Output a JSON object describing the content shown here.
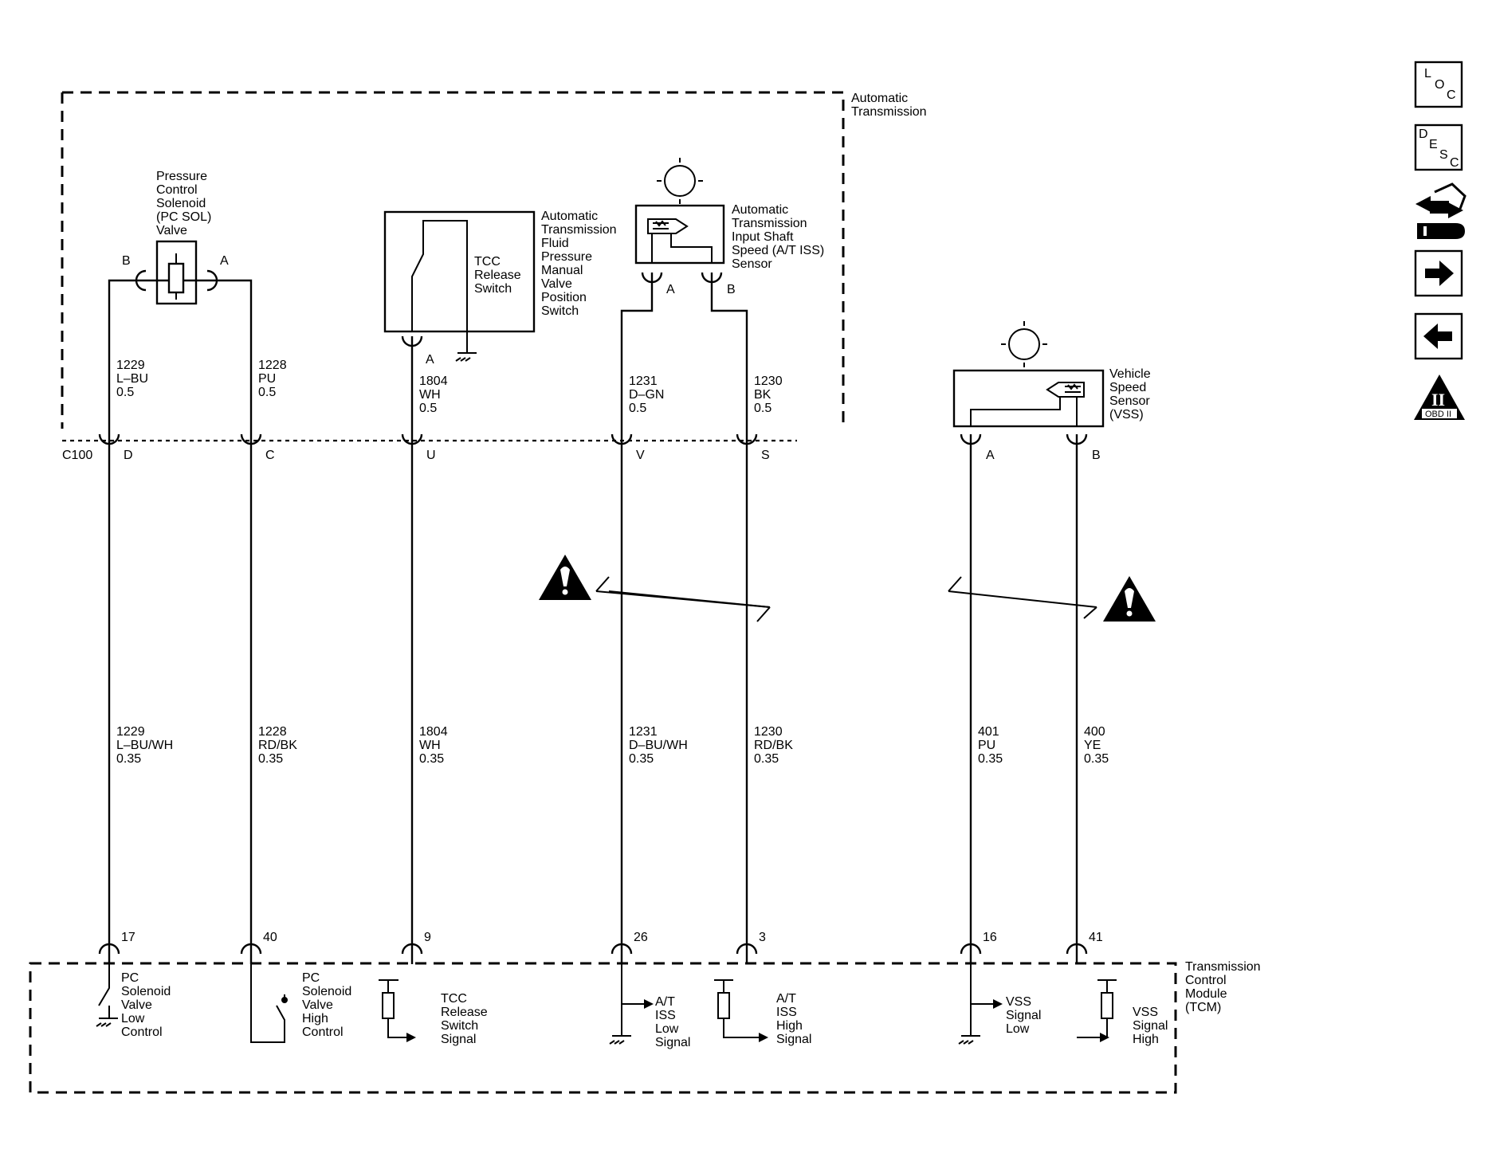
{
  "modules": {
    "transmission_label": [
      "Automatic",
      "Transmission"
    ],
    "tcm_label": [
      "Transmission",
      "Control",
      "Module",
      "(TCM)"
    ],
    "connector_id": "C100"
  },
  "components": {
    "pc_sol": {
      "lines": [
        "Pressure",
        "Control",
        "Solenoid",
        "(PC SOL)",
        "Valve"
      ],
      "pin_b": "B",
      "pin_a": "A"
    },
    "tcc_switch": {
      "lines": [
        "TCC",
        "Release",
        "Switch"
      ],
      "pin_a": "A"
    },
    "fluid_switch": {
      "lines": [
        "Automatic",
        "Transmission",
        "Fluid",
        "Pressure",
        "Manual",
        "Valve",
        "Position",
        "Switch"
      ]
    },
    "iss": {
      "lines": [
        "Automatic",
        "Transmission",
        "Input Shaft",
        "Speed (A/T ISS)",
        "Sensor"
      ],
      "pin_a": "A",
      "pin_b": "B"
    },
    "vss": {
      "lines": [
        "Vehicle",
        "Speed",
        "Sensor",
        "(VSS)"
      ],
      "pin_a": "A",
      "pin_b": "B"
    }
  },
  "upper_wires": [
    {
      "circuit": "1229",
      "color": "L–BU",
      "gauge": "0.5"
    },
    {
      "circuit": "1228",
      "color": "PU",
      "gauge": "0.5"
    },
    {
      "circuit": "1804",
      "color": "WH",
      "gauge": "0.5"
    },
    {
      "circuit": "1231",
      "color": "D–GN",
      "gauge": "0.5"
    },
    {
      "circuit": "1230",
      "color": "BK",
      "gauge": "0.5"
    }
  ],
  "c100_pins": [
    "D",
    "C",
    "U",
    "V",
    "S"
  ],
  "lower_wires": [
    {
      "circuit": "1229",
      "color": "L–BU/WH",
      "gauge": "0.35"
    },
    {
      "circuit": "1228",
      "color": "RD/BK",
      "gauge": "0.35"
    },
    {
      "circuit": "1804",
      "color": "WH",
      "gauge": "0.35"
    },
    {
      "circuit": "1231",
      "color": "D–BU/WH",
      "gauge": "0.35"
    },
    {
      "circuit": "1230",
      "color": "RD/BK",
      "gauge": "0.35"
    },
    {
      "circuit": "401",
      "color": "PU",
      "gauge": "0.35"
    },
    {
      "circuit": "400",
      "color": "YE",
      "gauge": "0.35"
    }
  ],
  "tcm_pins": [
    "17",
    "40",
    "9",
    "26",
    "3",
    "16",
    "41"
  ],
  "tcm_signals": [
    {
      "lines": [
        "PC",
        "Solenoid",
        "Valve",
        "Low",
        "Control"
      ]
    },
    {
      "lines": [
        "PC",
        "Solenoid",
        "Valve",
        "High",
        "Control"
      ]
    },
    {
      "lines": [
        "TCC",
        "Release",
        "Switch",
        "Signal"
      ]
    },
    {
      "lines": [
        "A/T",
        "ISS",
        "Low",
        "Signal"
      ]
    },
    {
      "lines": [
        "A/T",
        "ISS",
        "High",
        "Signal"
      ]
    },
    {
      "lines": [
        "VSS",
        "Signal",
        "Low"
      ]
    },
    {
      "lines": [
        "VSS",
        "Signal",
        "High"
      ]
    }
  ],
  "sidebar": {
    "buttons": [
      {
        "id": "loc",
        "letters": [
          "L",
          "O",
          "C"
        ]
      },
      {
        "id": "desc",
        "letters": [
          "D",
          "E",
          "S",
          "C"
        ]
      },
      {
        "id": "connector",
        "icon": "connector-icon"
      },
      {
        "id": "next",
        "icon": "arrow-right-icon"
      },
      {
        "id": "prev",
        "icon": "arrow-left-icon"
      },
      {
        "id": "obd",
        "icon": "obd-ii-icon",
        "numeral": "II",
        "label": "OBD II"
      }
    ]
  }
}
